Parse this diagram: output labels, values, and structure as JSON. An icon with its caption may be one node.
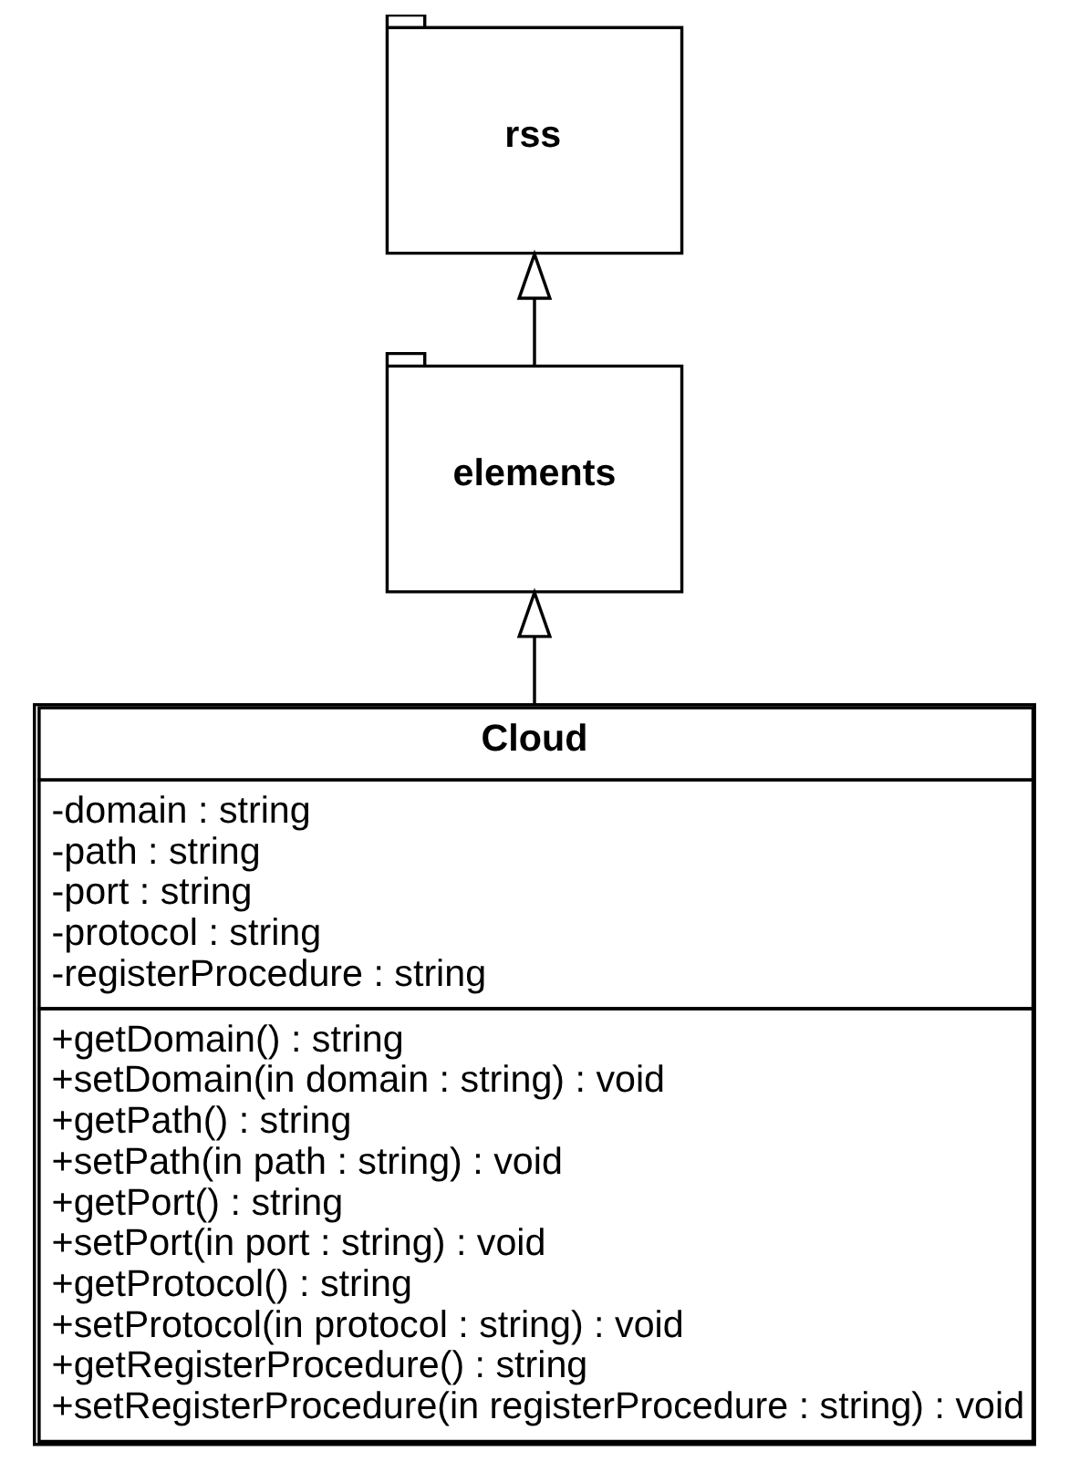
{
  "diagram": {
    "nodes": [
      {
        "text": [
          "rss"
        ]
      },
      {
        "text": [
          "elements"
        ]
      },
      {
        "text": [
          "Cloud",
          "-domain : string",
          "-path : string",
          "-port : string",
          "-protocol : string",
          "-registerProcedure : string",
          "+getDomain() : string",
          "+setDomain(in domain : string) : void",
          "+getPath() : string",
          "+setPath(in path : string) : void",
          "+getPort() : string",
          "+setPort(in port : string) : void",
          "+getProtocol() : string",
          "+setProtocol(in protocol : string) : void",
          "+getRegisterProcedure() : string",
          "+setRegisterProcedure(in registerProcedure : string) : void"
        ]
      }
    ],
    "edges": [
      {
        "from": 1,
        "to": 0,
        "arrow": "to"
      },
      {
        "from": 2,
        "to": 1,
        "arrow": "to"
      }
    ]
  }
}
